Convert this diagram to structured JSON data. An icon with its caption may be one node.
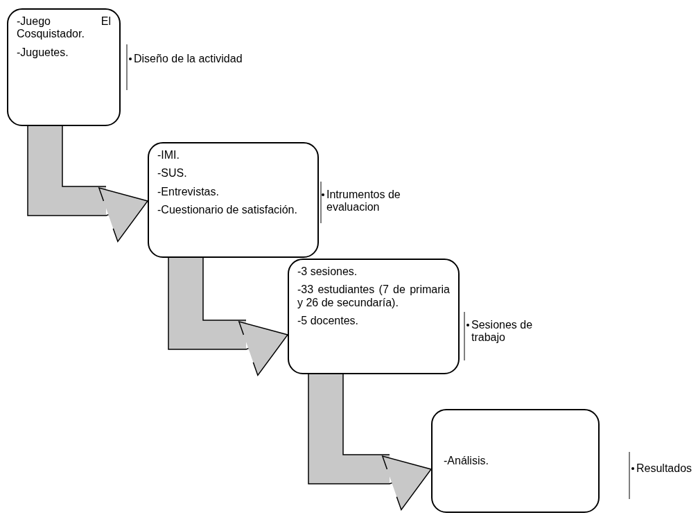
{
  "diagram": {
    "nodes": [
      {
        "text": [
          "-Juego El Cosquistador.",
          "-Juguetes."
        ],
        "beside": [
          "Diseño de la actividad"
        ]
      },
      {
        "text": [
          "-IMI.",
          "-SUS.",
          "-Entrevistas.",
          "-Cuestionario de satisfación."
        ],
        "beside": [
          "Intrumentos de evaluacion"
        ]
      },
      {
        "text": [
          "-3 sesiones.",
          "-33 estudiantes (7 de primaria y 26 de secundaría).",
          "-5 docentes."
        ],
        "beside": [
          "Sesiones de trabajo"
        ]
      },
      {
        "text": [
          "-Análisis."
        ],
        "beside": [
          "Resultados"
        ]
      }
    ],
    "edges": [
      {
        "from": 0,
        "to": 1,
        "arrow": "to"
      },
      {
        "from": 1,
        "to": 2,
        "arrow": "to"
      },
      {
        "from": 2,
        "to": 3,
        "arrow": "to"
      }
    ]
  }
}
